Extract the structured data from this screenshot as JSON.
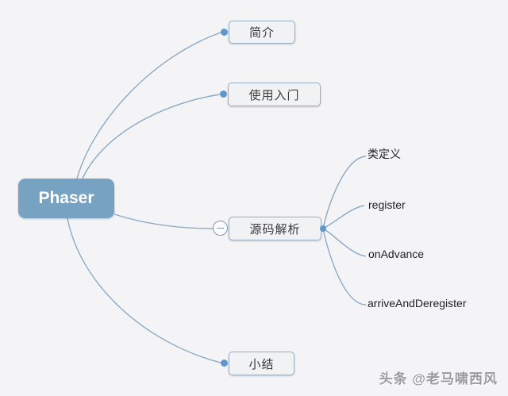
{
  "diagram": {
    "root": {
      "label": "Phaser"
    },
    "branches": [
      {
        "id": "intro",
        "label": "简介"
      },
      {
        "id": "getting-started",
        "label": "使用入门"
      },
      {
        "id": "source-analysis",
        "label": "源码解析",
        "collapsed_control": "minus"
      },
      {
        "id": "summary",
        "label": "小结"
      }
    ],
    "source_children": [
      {
        "label": "类定义"
      },
      {
        "label": "register"
      },
      {
        "label": "onAdvance"
      },
      {
        "label": "arriveAndDeregister"
      }
    ]
  },
  "watermark": {
    "text": "头条 @老马啸西风"
  },
  "colors": {
    "background": "#f4f4f6",
    "root_fill": "#78a2c1",
    "root_text": "#ffffff",
    "node_fill": "#f1f2f4",
    "node_border": "#9cb0c4",
    "line": "#8caac5",
    "dot": "#5f97cc",
    "collapse_border": "#8a949e",
    "watermark_text": "#9b9b9b"
  }
}
